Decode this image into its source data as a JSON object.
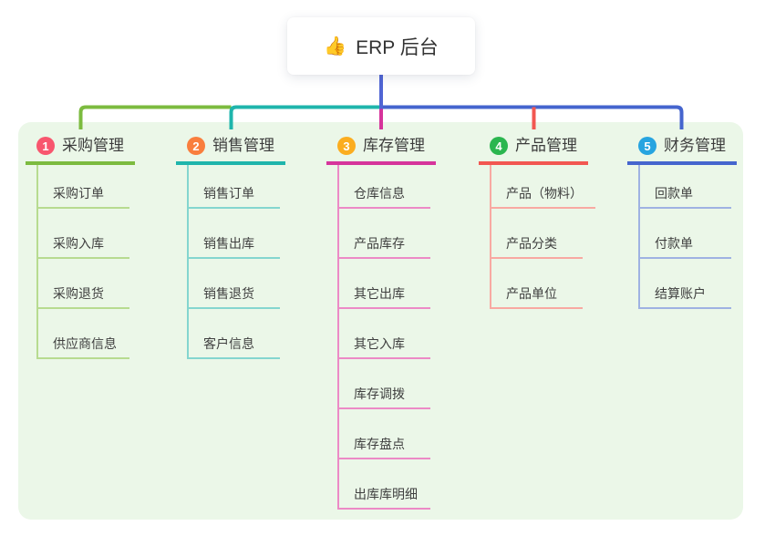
{
  "root": {
    "icon": "👍",
    "title": "ERP 后台"
  },
  "panel": {
    "bg": "#EBF7E8"
  },
  "connector": {
    "root_color": "#5065D4"
  },
  "branches": [
    {
      "badge": "1",
      "label": "采购管理",
      "color": "#7CBB3F",
      "light": "#B7DB90",
      "badge_color": "#F8566E",
      "children": [
        "采购订单",
        "采购入库",
        "采购退货",
        "供应商信息"
      ]
    },
    {
      "badge": "2",
      "label": "销售管理",
      "color": "#1FB5AC",
      "light": "#84D6CF",
      "badge_color": "#F97E3D",
      "children": [
        "销售订单",
        "销售出库",
        "销售退货",
        "客户信息"
      ]
    },
    {
      "badge": "3",
      "label": "库存管理",
      "color": "#D6349B",
      "light": "#EC8AC6",
      "badge_color": "#FBAD1F",
      "children": [
        "仓库信息",
        "产品库存",
        "其它出库",
        "其它入库",
        "库存调拨",
        "库存盘点",
        "出库库明细"
      ]
    },
    {
      "badge": "4",
      "label": "产品管理",
      "color": "#F25751",
      "light": "#F8A9A2",
      "badge_color": "#2BB64F",
      "children": [
        "产品（物料）",
        "产品分类",
        "产品单位"
      ]
    },
    {
      "badge": "5",
      "label": "财务管理",
      "color": "#4565CE",
      "light": "#9FB2E2",
      "badge_color": "#27A4E0",
      "children": [
        "回款单",
        "付款单",
        "结算账户"
      ]
    }
  ]
}
